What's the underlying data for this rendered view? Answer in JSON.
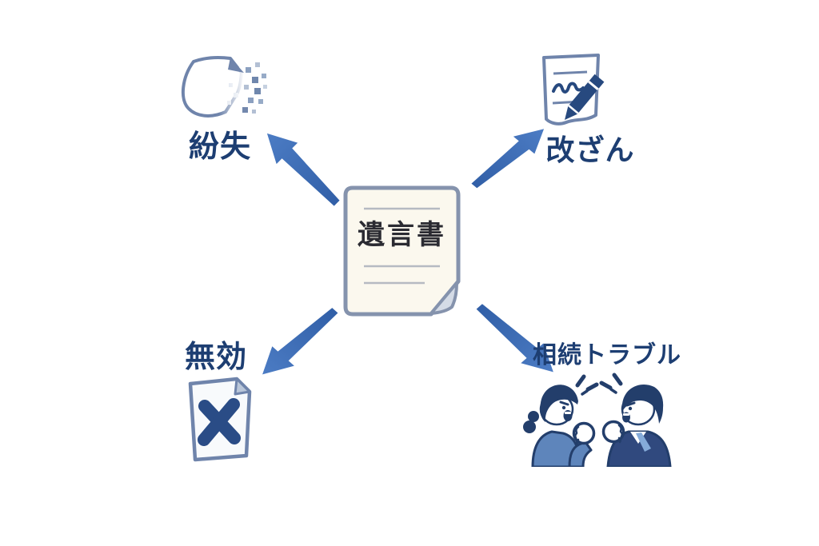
{
  "diagram": {
    "title_hint": "will-document-risk-diagram",
    "center": {
      "label": "遺言書"
    },
    "risks": [
      {
        "id": "loss",
        "label": "紛失",
        "icon": "dissolving-paper-icon",
        "position": "top-left"
      },
      {
        "id": "tampering",
        "label": "改ざん",
        "icon": "paper-and-pencil-icon",
        "position": "top-right"
      },
      {
        "id": "invalid",
        "label": "無効",
        "icon": "crossed-out-paper-icon",
        "position": "bottom-left"
      },
      {
        "id": "trouble",
        "label": "相続トラブル",
        "icon": "arguing-people-icon",
        "position": "bottom-right"
      }
    ],
    "colors": {
      "background": "#ffffff",
      "arrow_tail": "#305ea6",
      "arrow_tip": "#4c7cc4",
      "label_navy": "#1d3e72",
      "paper_outline": "#6f84ab",
      "center_paper_outline": "#8593ad",
      "center_paper_fill": "#fbf8ee",
      "accent_navy": "#27497f",
      "people_hair_navy": "#233e6b",
      "people_top_blue": "#5e85bb",
      "suit_navy": "#30497e",
      "tie_blue": "#85abd9",
      "center_text": "#2b2b32"
    }
  }
}
